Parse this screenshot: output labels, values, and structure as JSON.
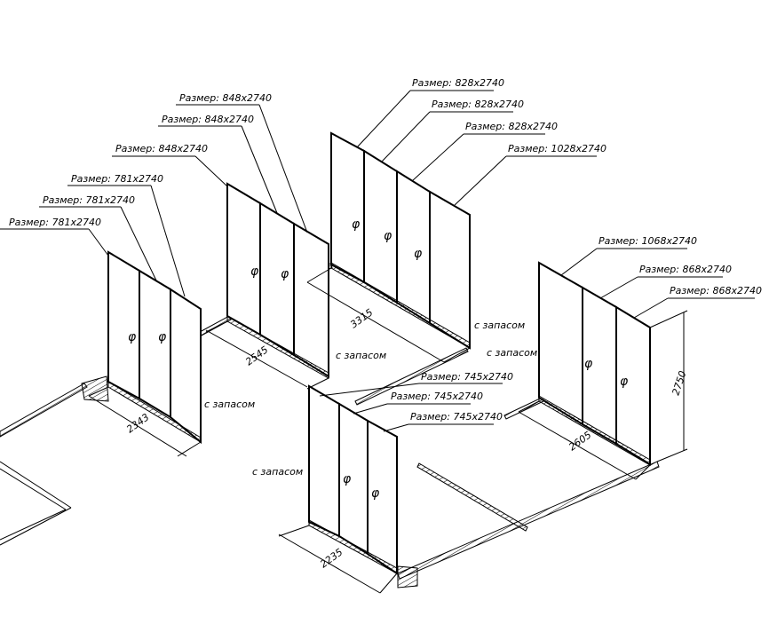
{
  "size_labels": {
    "g1": [
      "Размер: 781x2740",
      "Размер: 781x2740",
      "Размер: 781x2740"
    ],
    "g2": [
      "Размер: 848x2740",
      "Размер: 848x2740",
      "Размер: 848x2740"
    ],
    "g3": [
      "Размер: 828x2740",
      "Размер: 828x2740",
      "Размер: 828x2740",
      "Размер: 1028x2740"
    ],
    "g4": [
      "Размер: 745x2740",
      "Размер: 745x2740",
      "Размер: 745x2740"
    ],
    "g5": [
      "Размер: 1068x2740",
      "Размер: 868x2740",
      "Размер: 868x2740"
    ]
  },
  "notes": {
    "with_margin": "с запасом"
  },
  "panel_mark": "φ",
  "dimensions": {
    "d2343": "2343",
    "d2545": "2545",
    "d3315": "3315",
    "d2235": "2235",
    "d2605": "2605",
    "d2750": "2750"
  }
}
